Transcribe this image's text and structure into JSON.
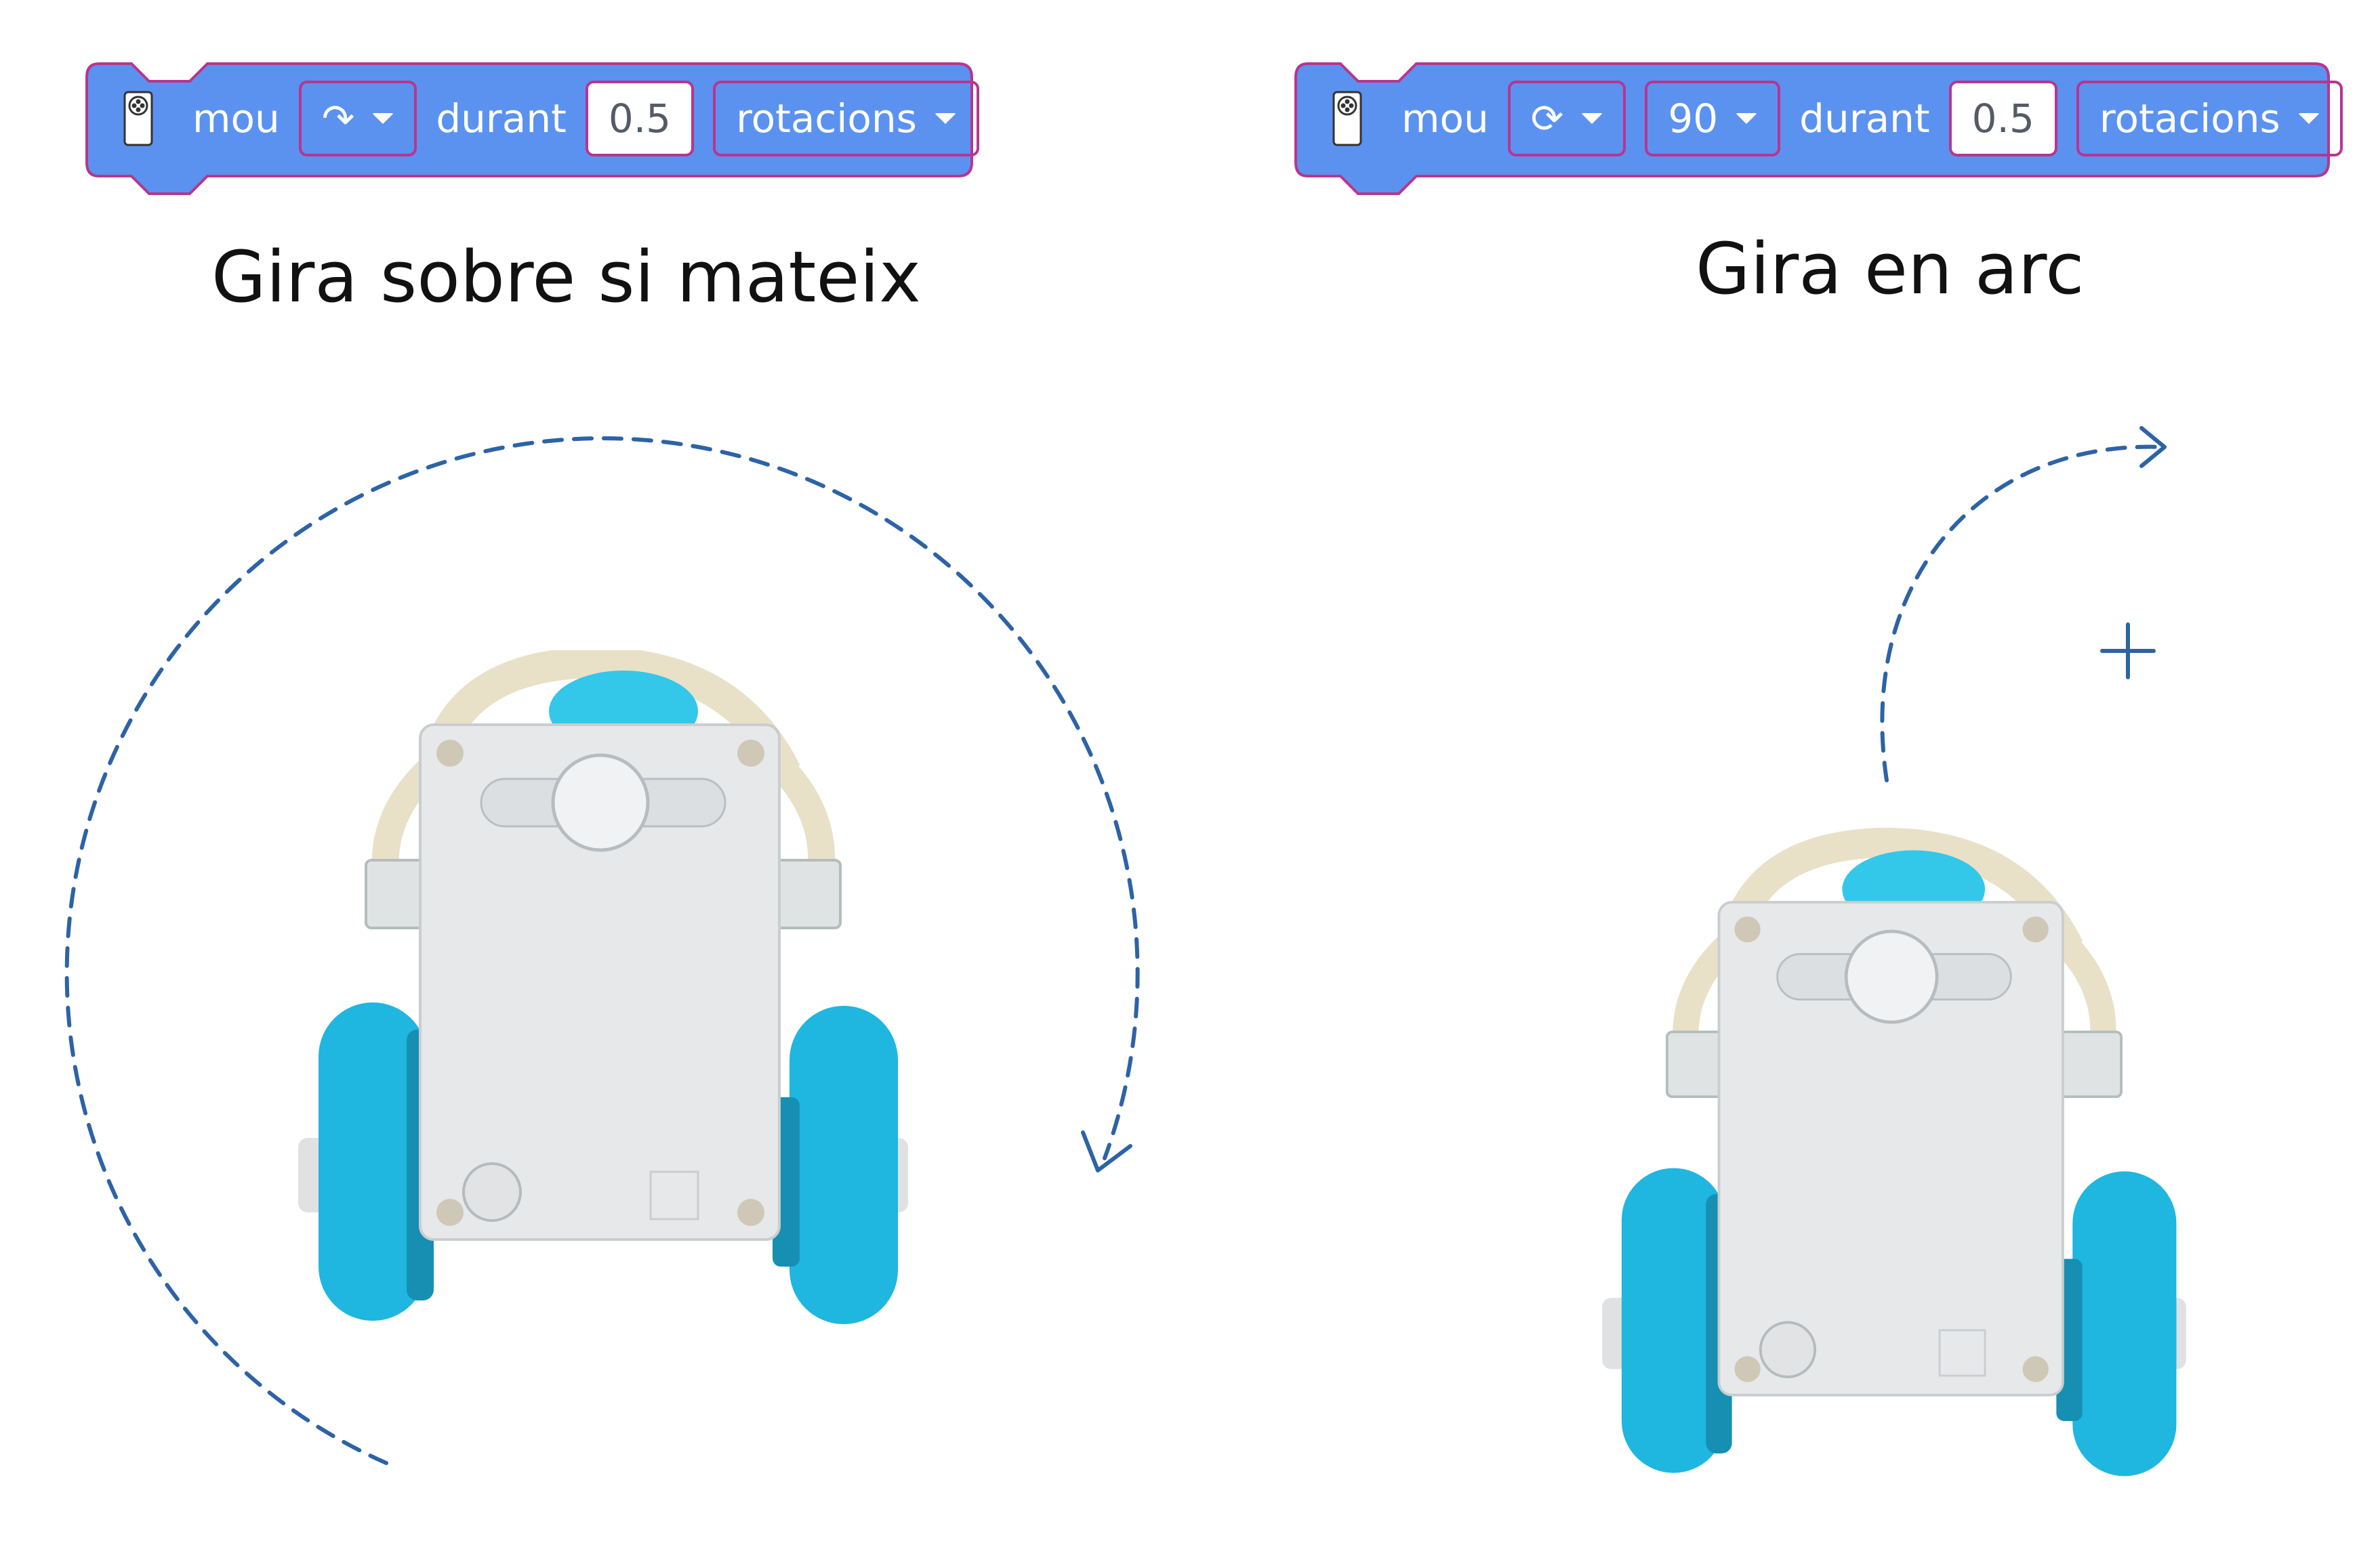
{
  "left_panel": {
    "block": {
      "word_move": "mou",
      "direction_symbol": "↷",
      "word_for": "durant",
      "amount": "0.5",
      "unit": "rotacions"
    },
    "caption": "Gira sobre si mateix"
  },
  "right_panel": {
    "block": {
      "word_move": "mou",
      "direction_symbol": "⟳",
      "angle": "90",
      "word_for": "durant",
      "amount": "0.5",
      "unit": "rotacions"
    },
    "caption": "Gira en arc"
  },
  "colors": {
    "block_fill": "#5b92f0",
    "block_border": "#b8358f",
    "path_stroke": "#2d63a6",
    "wheel": "#1fb6e0",
    "chassis": "#e6e8ea"
  },
  "icons": [
    "robot-icon",
    "caret-down-icon",
    "rotate-icon",
    "pivot-cross-icon",
    "dashed-path-arrow"
  ]
}
